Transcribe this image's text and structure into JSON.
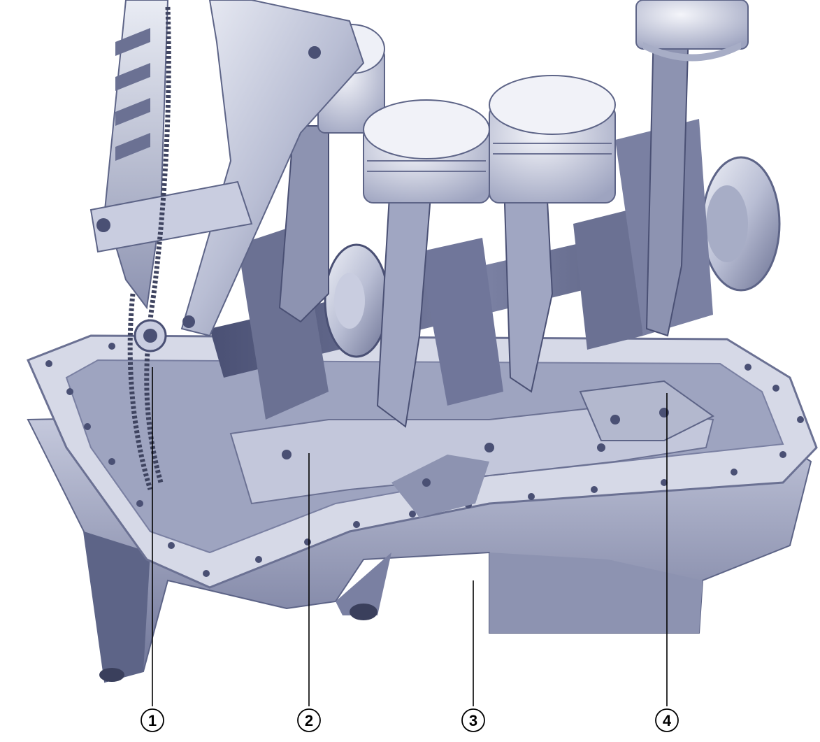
{
  "figure": {
    "callouts": [
      {
        "label": "1"
      },
      {
        "label": "2"
      },
      {
        "label": "3"
      },
      {
        "label": "4"
      }
    ],
    "colors": {
      "metal_light": "#dfe2ee",
      "metal_mid": "#a7adc6",
      "metal_dark": "#5d6487",
      "shadow": "#3a3f5c",
      "chain": "#4a4f66",
      "background": "#ffffff"
    }
  }
}
